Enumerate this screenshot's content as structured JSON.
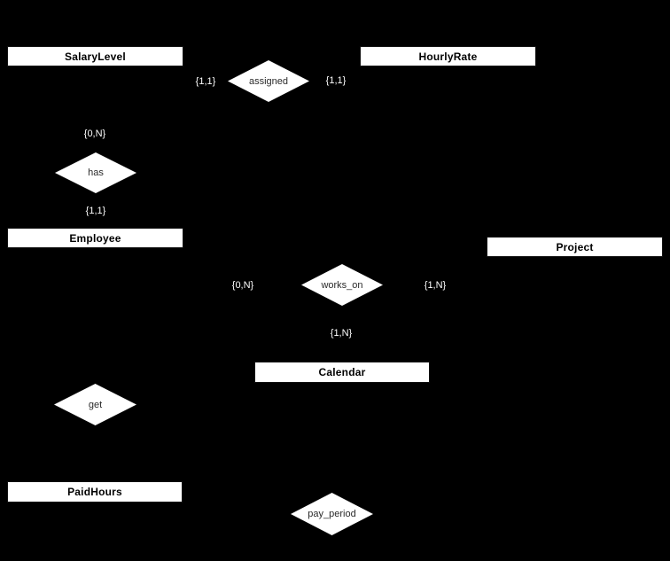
{
  "diagram": {
    "type": "entity-relationship-diagram",
    "background_color": "#000000",
    "node_fill_color": "#ffffff",
    "entity_text_color": "#000000",
    "relationship_text_color": "#2a2a2a",
    "cardinality_text_color": "#ffffff",
    "entities": [
      {
        "id": "salarylevel",
        "label": "SalaryLevel"
      },
      {
        "id": "hourlyrate",
        "label": "HourlyRate"
      },
      {
        "id": "employee",
        "label": "Employee"
      },
      {
        "id": "project",
        "label": "Project"
      },
      {
        "id": "calendar",
        "label": "Calendar"
      },
      {
        "id": "paidhours",
        "label": "PaidHours"
      }
    ],
    "relationships": [
      {
        "id": "assigned",
        "label": "assigned"
      },
      {
        "id": "has",
        "label": "has"
      },
      {
        "id": "works_on",
        "label": "works_on"
      },
      {
        "id": "get",
        "label": "get"
      },
      {
        "id": "pay_period",
        "label": "pay_period"
      }
    ],
    "cardinalities": [
      {
        "id": "assigned-left",
        "text": "{1,1}"
      },
      {
        "id": "assigned-right",
        "text": "{1,1}"
      },
      {
        "id": "has-top",
        "text": "{0,N}"
      },
      {
        "id": "has-bottom",
        "text": "{1,1}"
      },
      {
        "id": "works_on-left",
        "text": "{0,N}"
      },
      {
        "id": "works_on-right",
        "text": "{1,N}"
      },
      {
        "id": "works_on-bottom",
        "text": "{1,N}"
      }
    ]
  }
}
